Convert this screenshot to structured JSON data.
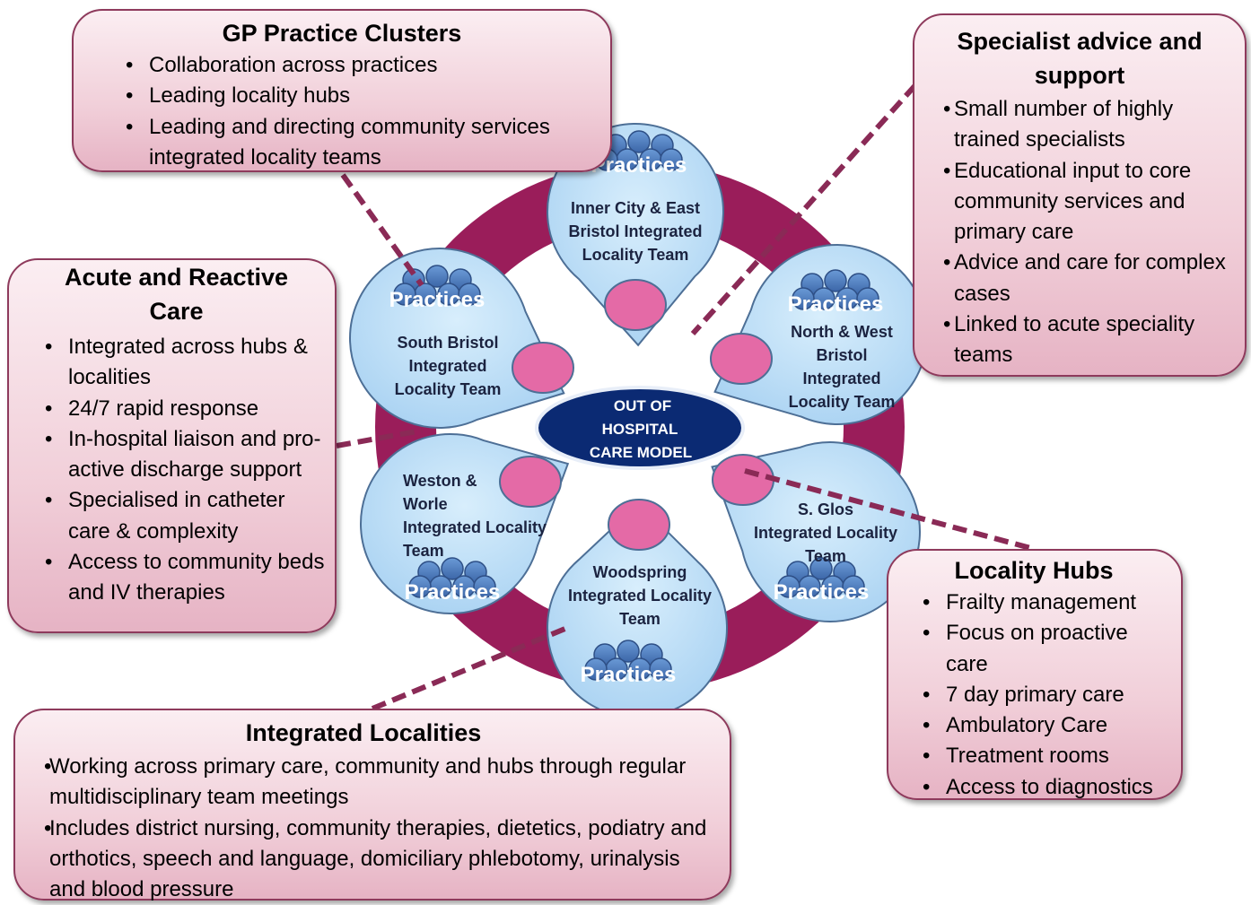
{
  "colors": {
    "ring": "#9a1d5a",
    "petal_fill": "#bfe0f7",
    "petal_stroke": "#4d6f96",
    "pink_node": "#e46aa6",
    "practice_dot": "#4d7fc3",
    "center_fill": "#0b2a73",
    "callout_line": "#8a2a56",
    "box_border": "#8e3a5c"
  },
  "center": {
    "lines": [
      "OUT OF",
      "HOSPITAL",
      "CARE MODEL"
    ]
  },
  "practices_label": "Practices",
  "petals": [
    {
      "id": "inner-city-east",
      "lines": [
        "Inner City & East",
        "Bristol Integrated",
        "Locality Team"
      ]
    },
    {
      "id": "north-west",
      "lines": [
        "North & West",
        "Bristol",
        "Integrated",
        "Locality Team"
      ]
    },
    {
      "id": "south-bristol",
      "lines": [
        "South Bristol",
        "Integrated",
        "Locality Team"
      ]
    },
    {
      "id": "weston-worle",
      "lines": [
        "Weston &",
        "Worle",
        "Integrated Locality",
        "Team"
      ]
    },
    {
      "id": "s-glos",
      "lines": [
        "S. Glos",
        "Integrated Locality",
        "Team"
      ]
    },
    {
      "id": "woodspring",
      "lines": [
        "Woodspring",
        "Integrated  Locality",
        "Team"
      ]
    }
  ],
  "boxes": {
    "gp": {
      "title": "GP Practice Clusters",
      "items": [
        "Collaboration across practices",
        "Leading locality hubs",
        "Leading and directing community services integrated locality teams"
      ]
    },
    "specialist": {
      "title": "Specialist advice and support",
      "items": [
        "Small number of highly trained specialists",
        "Educational input to core community services and primary care",
        "Advice and care for complex cases",
        "Linked to acute speciality teams"
      ]
    },
    "acute": {
      "title": "Acute and Reactive Care",
      "items": [
        "Integrated across hubs & localities",
        "24/7 rapid response",
        "In-hospital liaison and pro-active discharge support",
        "Specialised in catheter care & complexity",
        "Access to community beds and IV therapies"
      ]
    },
    "hubs": {
      "title": "Locality Hubs",
      "items": [
        "Frailty management",
        "Focus on proactive care",
        "7 day primary care",
        "Ambulatory Care",
        "Treatment rooms",
        "Access to diagnostics"
      ]
    },
    "integrated": {
      "title": "Integrated Localities",
      "items": [
        "Working across primary care, community and hubs through regular multidisciplinary team meetings",
        "Includes district nursing, community therapies, dietetics, podiatry and orthotics, speech and language, domiciliary phlebotomy, urinalysis and blood pressure"
      ]
    }
  }
}
